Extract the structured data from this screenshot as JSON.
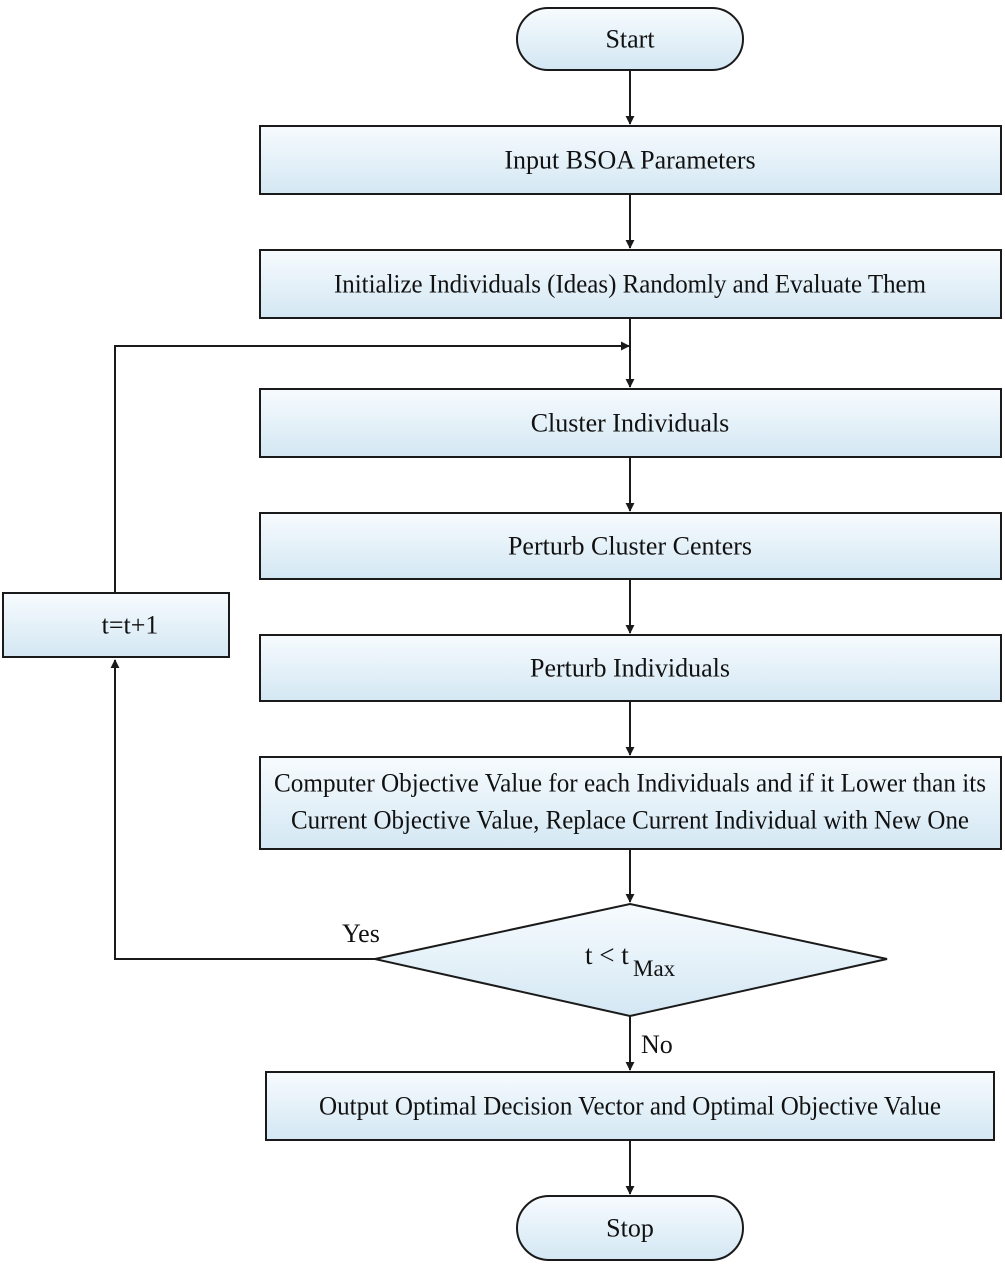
{
  "colors": {
    "box_fill_top": "#f7fbfe",
    "box_fill_bottom": "#d3e7f3",
    "stroke": "#1a1a1a"
  },
  "nodes": {
    "start": "Start",
    "input_params": "Input BSOA Parameters",
    "initialize": "Initialize Individuals (Ideas) Randomly and Evaluate Them",
    "cluster": "Cluster Individuals",
    "perturb_centers": "Perturb Cluster Centers",
    "perturb_individuals": "Perturb Individuals",
    "compute_line1": "Computer Objective Value for each Individuals and if it Lower than its",
    "compute_line2": "Current Objective Value, Replace Current Individual with New One",
    "decision_main": "t < t",
    "decision_sub": "Max",
    "increment": "t=t+1",
    "output": "Output Optimal Decision Vector and Optimal Objective Value",
    "stop": "Stop"
  },
  "edges": {
    "yes": "Yes",
    "no": "No"
  }
}
